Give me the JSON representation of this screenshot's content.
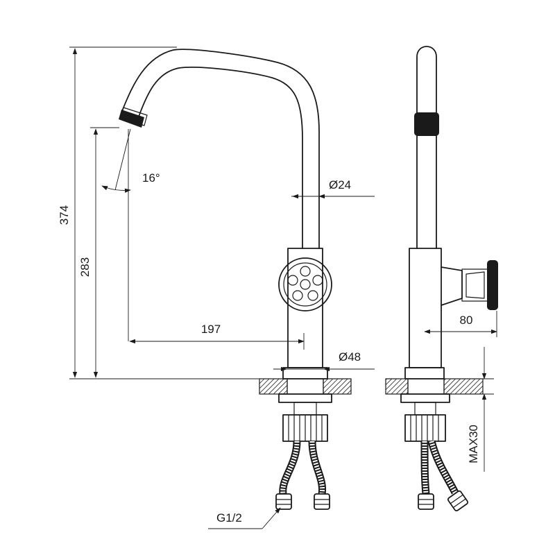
{
  "dimensions": {
    "total_height": "374",
    "spout_height": "283",
    "spout_angle": "16°",
    "spout_reach": "197",
    "spout_diameter": "Ø24",
    "body_diameter": "Ø48",
    "handle_projection": "80",
    "deck_thickness": "MAX30",
    "hose_thread": "G1/2"
  }
}
